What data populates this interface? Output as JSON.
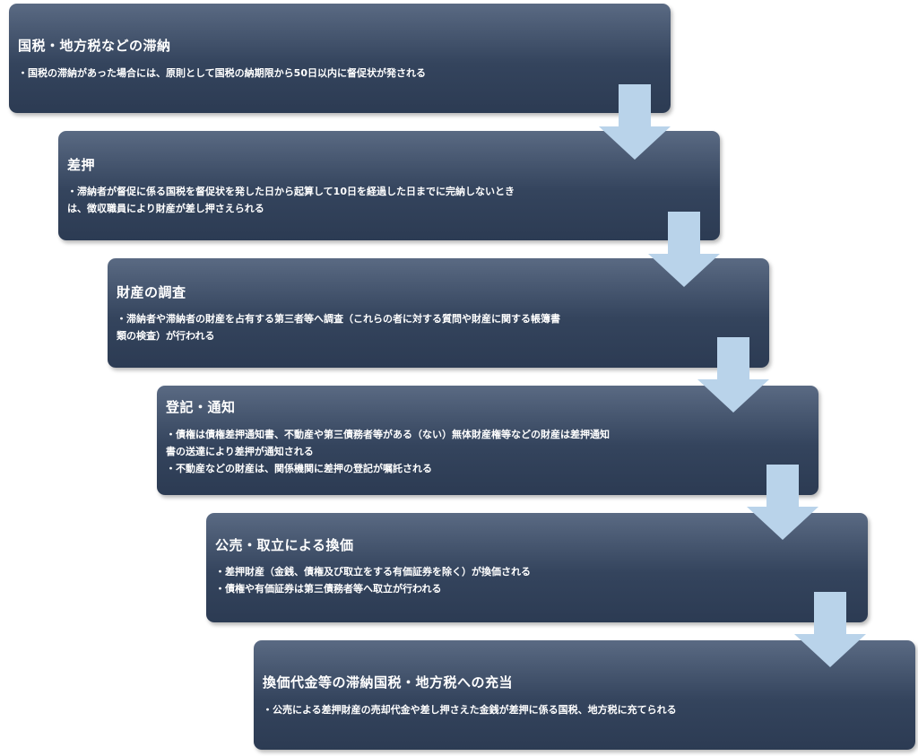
{
  "steps": [
    {
      "title": "国税・地方税などの滞納",
      "bullets": [
        "・国税の滞納があった場合には、原則として国税の納期限から50日以内に督促状が発される"
      ]
    },
    {
      "title": "差押",
      "bullets": [
        "・滞納者が督促に係る国税を督促状を発した日から起算して10日を経過した日までに完納しないとき\n  は、徴収職員により財産が差し押さえられる"
      ]
    },
    {
      "title": "財産の調査",
      "bullets": [
        "・滞納者や滞納者の財産を占有する第三者等へ調査（これらの者に対する質問や財産に関する帳簿書\n  類の検査）が行われる"
      ]
    },
    {
      "title": "登記・通知",
      "bullets": [
        "・債権は債権差押通知書、不動産や第三債務者等がある（ない）無体財産権等などの財産は差押通知\n  書の送達により差押が通知される",
        "・不動産などの財産は、関係機関に差押の登記が嘱託される"
      ]
    },
    {
      "title": "公売・取立による換価",
      "bullets": [
        "・差押財産（金銭、債権及び取立をする有価証券を除く）が換価される",
        "・債権や有価証券は第三債務者等へ取立が行われる"
      ]
    },
    {
      "title": "換価代金等の滞納国税・地方税への充当",
      "bullets": [
        "・公売による差押財産の売却代金や差し押さえた金銭が差押に係る国税、地方税に充てられる"
      ]
    }
  ],
  "colors": {
    "box_top": "#5a6a83",
    "box_bottom": "#2c3b53",
    "arrow": "#b9d3ea",
    "text": "#ffffff"
  }
}
